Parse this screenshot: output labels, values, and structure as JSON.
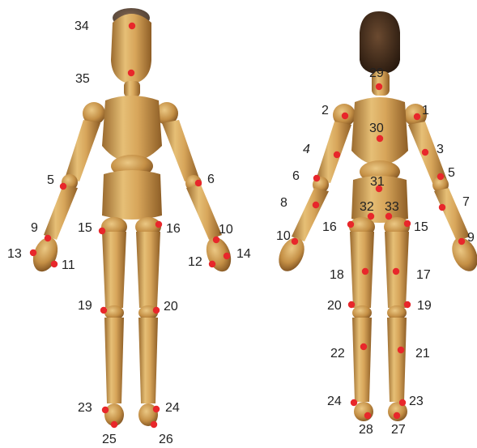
{
  "colors": {
    "wood_light": "#e2b86d",
    "wood_mid": "#c9944a",
    "wood_dark": "#8e5e26",
    "joint": "#b07a36",
    "hair": "#3a2516",
    "marker": "#e8272b",
    "label": "#222222"
  },
  "figures": [
    {
      "name": "front-view",
      "markers": [
        {
          "id": "34",
          "label": "34"
        },
        {
          "id": "35",
          "label": "35"
        },
        {
          "id": "5",
          "label": "5"
        },
        {
          "id": "6",
          "label": "6"
        },
        {
          "id": "9",
          "label": "9"
        },
        {
          "id": "10",
          "label": "10"
        },
        {
          "id": "11",
          "label": "11"
        },
        {
          "id": "12",
          "label": "12"
        },
        {
          "id": "13",
          "label": "13"
        },
        {
          "id": "14",
          "label": "14"
        },
        {
          "id": "15",
          "label": "15"
        },
        {
          "id": "16",
          "label": "16"
        },
        {
          "id": "19",
          "label": "19"
        },
        {
          "id": "20",
          "label": "20"
        },
        {
          "id": "23",
          "label": "23"
        },
        {
          "id": "24",
          "label": "24"
        },
        {
          "id": "25",
          "label": "25"
        },
        {
          "id": "26",
          "label": "26"
        }
      ]
    },
    {
      "name": "back-view",
      "markers": [
        {
          "id": "29",
          "label": "29"
        },
        {
          "id": "1",
          "label": "1"
        },
        {
          "id": "2",
          "label": "2"
        },
        {
          "id": "30",
          "label": "30"
        },
        {
          "id": "3",
          "label": "3"
        },
        {
          "id": "4",
          "label": "4"
        },
        {
          "id": "5",
          "label": "5"
        },
        {
          "id": "6",
          "label": "6"
        },
        {
          "id": "31",
          "label": "31"
        },
        {
          "id": "7",
          "label": "7"
        },
        {
          "id": "8",
          "label": "8"
        },
        {
          "id": "32",
          "label": "32"
        },
        {
          "id": "33",
          "label": "33"
        },
        {
          "id": "16",
          "label": "16"
        },
        {
          "id": "15",
          "label": "15"
        },
        {
          "id": "9",
          "label": "9"
        },
        {
          "id": "10",
          "label": "10"
        },
        {
          "id": "18",
          "label": "18"
        },
        {
          "id": "17",
          "label": "17"
        },
        {
          "id": "20",
          "label": "20"
        },
        {
          "id": "19",
          "label": "19"
        },
        {
          "id": "22",
          "label": "22"
        },
        {
          "id": "21",
          "label": "21"
        },
        {
          "id": "24",
          "label": "24"
        },
        {
          "id": "23",
          "label": "23"
        },
        {
          "id": "28",
          "label": "28"
        },
        {
          "id": "27",
          "label": "27"
        }
      ]
    }
  ]
}
